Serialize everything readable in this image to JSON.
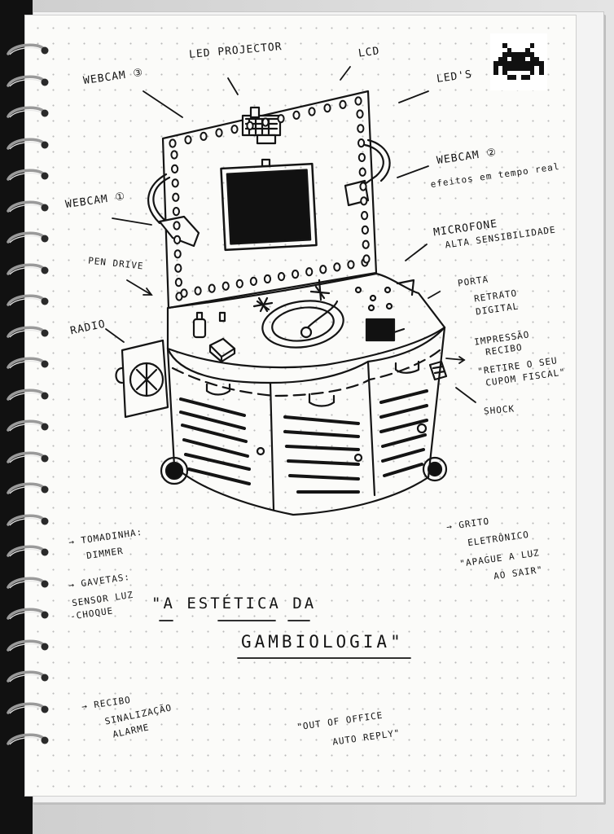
{
  "sketch": {
    "labels": {
      "webcam3": "WEBCAM ③",
      "led_projector": "LED PROJECTOR",
      "lcd": "LCD",
      "leds": "LED'S",
      "webcam2": "WEBCAM ②",
      "webcam2_note": "efeitos em tempo real",
      "webcam1": "WEBCAM ①",
      "microfone": "MICROFONE",
      "microfone_note": "ALTA SENSIBILIDADE",
      "pen_drive": "PEN DRIVE",
      "porta": "PORTA",
      "retrato": "RETRATO",
      "digital": "DIGITAL",
      "radio": "RADIO",
      "impressao": "IMPRESSÃO",
      "recibo": "RECIBO",
      "retire_1": "\"RETIRE O SEU",
      "retire_2": "CUPOM FISCAL\"",
      "shock": "SHOCK",
      "dimmer_1": "→ TOMADINHA:",
      "dimmer_2": "DIMMER",
      "gavetas": "→ GAVETAS:",
      "sensor_1": "SENSOR LUZ",
      "sensor_2": "-CHOQUE",
      "grito_1": "→ GRITO",
      "grito_2": "ELETRÔNICO",
      "apague_1": "\"APAGUE A LUZ",
      "apague_2": "AO SAIR\"",
      "title_1": "\"A ESTÉTICA DA",
      "title_2": "GAMBIOLOGIA\"",
      "recibo2_1": "→ RECIBO",
      "recibo2_2": "SINALIZAÇÃO",
      "recibo2_3": "ALARME",
      "office_1": "\"OUT OF OFFICE",
      "office_2": "AUTO REPLY\""
    }
  }
}
